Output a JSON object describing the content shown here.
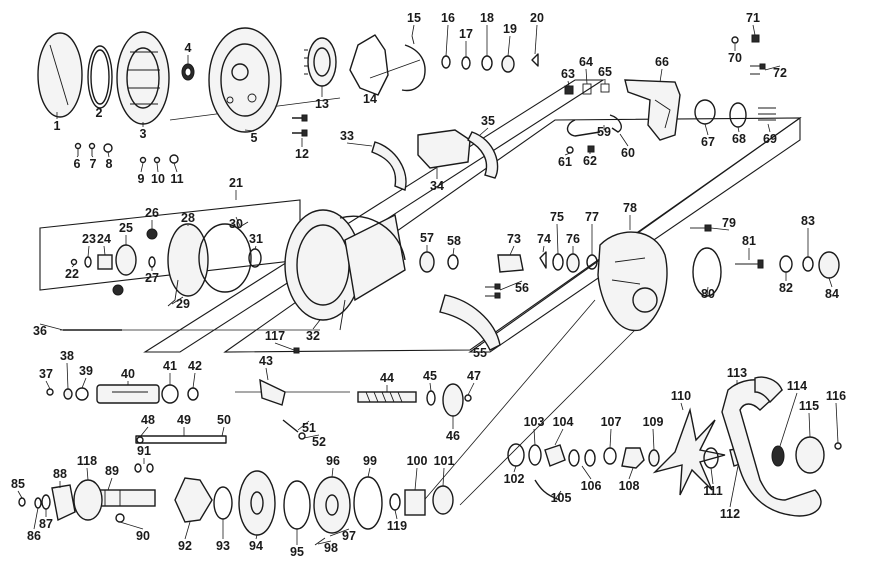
{
  "diagram": {
    "type": "exploded-parts-diagram",
    "colors": {
      "ink": "#1a1a1a",
      "background": "#ffffff",
      "shade": "#f4f4f4"
    },
    "part_numbers": [
      "1",
      "2",
      "3",
      "4",
      "5",
      "6",
      "7",
      "8",
      "9",
      "10",
      "11",
      "12",
      "13",
      "14",
      "15",
      "16",
      "17",
      "18",
      "19",
      "20",
      "21",
      "22",
      "23",
      "24",
      "25",
      "26",
      "27",
      "28",
      "29",
      "30",
      "31",
      "32",
      "33",
      "34",
      "35",
      "36",
      "37",
      "38",
      "39",
      "40",
      "41",
      "42",
      "43",
      "44",
      "45",
      "46",
      "47",
      "48",
      "49",
      "50",
      "51",
      "52",
      "55",
      "56",
      "57",
      "58",
      "59",
      "60",
      "61",
      "62",
      "63",
      "64",
      "65",
      "66",
      "67",
      "68",
      "69",
      "70",
      "71",
      "72",
      "73",
      "74",
      "75",
      "76",
      "77",
      "78",
      "79",
      "80",
      "81",
      "82",
      "83",
      "84",
      "85",
      "86",
      "87",
      "88",
      "89",
      "90",
      "91",
      "92",
      "93",
      "94",
      "95",
      "96",
      "97",
      "98",
      "99",
      "100",
      "101",
      "102",
      "103",
      "104",
      "105",
      "106",
      "107",
      "108",
      "109",
      "110",
      "111",
      "112",
      "113",
      "114",
      "115",
      "116",
      "117",
      "118",
      "119"
    ]
  }
}
